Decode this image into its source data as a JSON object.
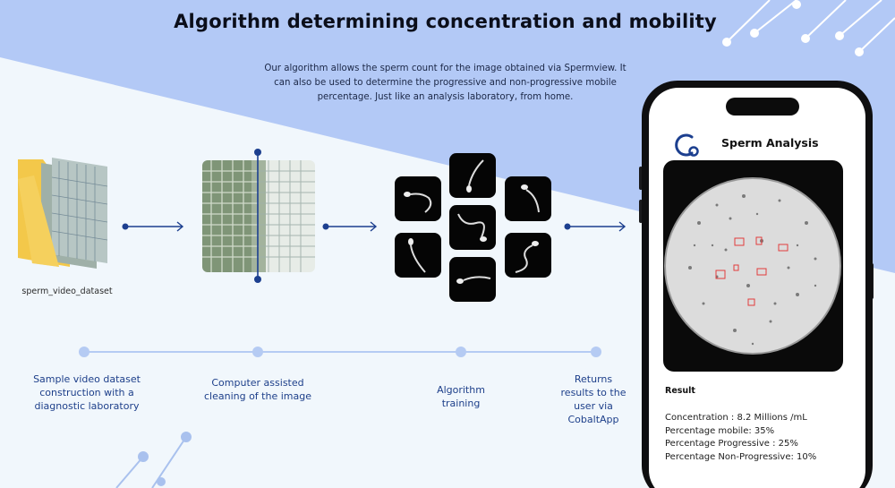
{
  "title": "Algorithm determining concentration and mobility",
  "description": "Our algorithm allows the sperm count for the image obtained via Spermview. It can also be used to determine the progressive and non-progressive mobile percentage. Just like an analysis laboratory, from home.",
  "folder": {
    "label": "sperm_video_dataset",
    "icon": "folder-icon"
  },
  "steps": [
    {
      "label": "Sample video dataset construction with a diagnostic laboratory"
    },
    {
      "label": "Computer assisted cleaning of the image"
    },
    {
      "label": "Algorithm training"
    },
    {
      "label": "Returns results to the user via CobaltApp"
    }
  ],
  "phone": {
    "app_title": "Sperm Analysis",
    "result_title": "Result",
    "results": [
      "Concentration :  8.2 Millions /mL",
      "Percentage mobile:  35%",
      "Percentage Progressive :  25%",
      "Percentage Non-Progressive: 10%"
    ]
  },
  "colors": {
    "accent": "#1c3f8f",
    "step_dot": "#b5cbf3",
    "band": "#b3c9f6",
    "background": "#f1f7fc",
    "detection_box": "#e23b3b"
  }
}
